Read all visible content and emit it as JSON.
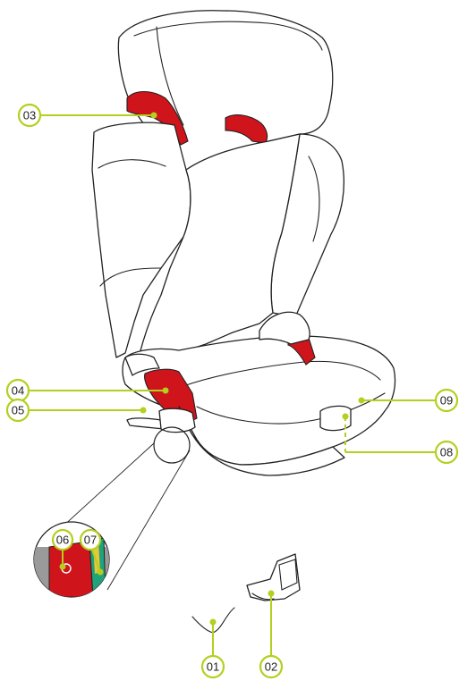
{
  "callouts": {
    "c01": "01",
    "c02": "02",
    "c03": "03",
    "c04": "04",
    "c05": "05",
    "c06": "06",
    "c07": "07",
    "c08": "08",
    "c09": "09"
  },
  "colors": {
    "accent_leader": "#b4cf1e",
    "seat_highlight_red": "#d0141b",
    "latch_green": "#20a37a",
    "outline": "#222222"
  }
}
